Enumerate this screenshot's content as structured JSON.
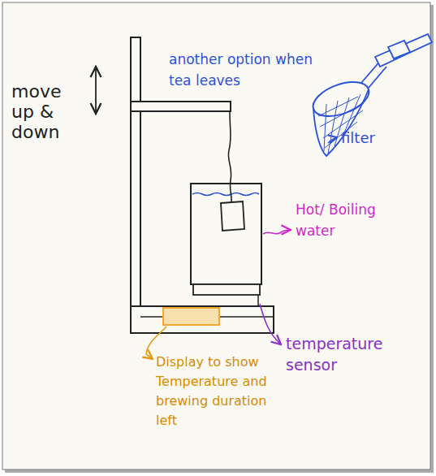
{
  "diagram": {
    "labels": [
      "move up & down",
      "another option when tea leaves",
      "filter",
      "Hot/ Boiling water",
      "temperature sensor",
      "Display to show Temperature and brewing duration left"
    ]
  }
}
